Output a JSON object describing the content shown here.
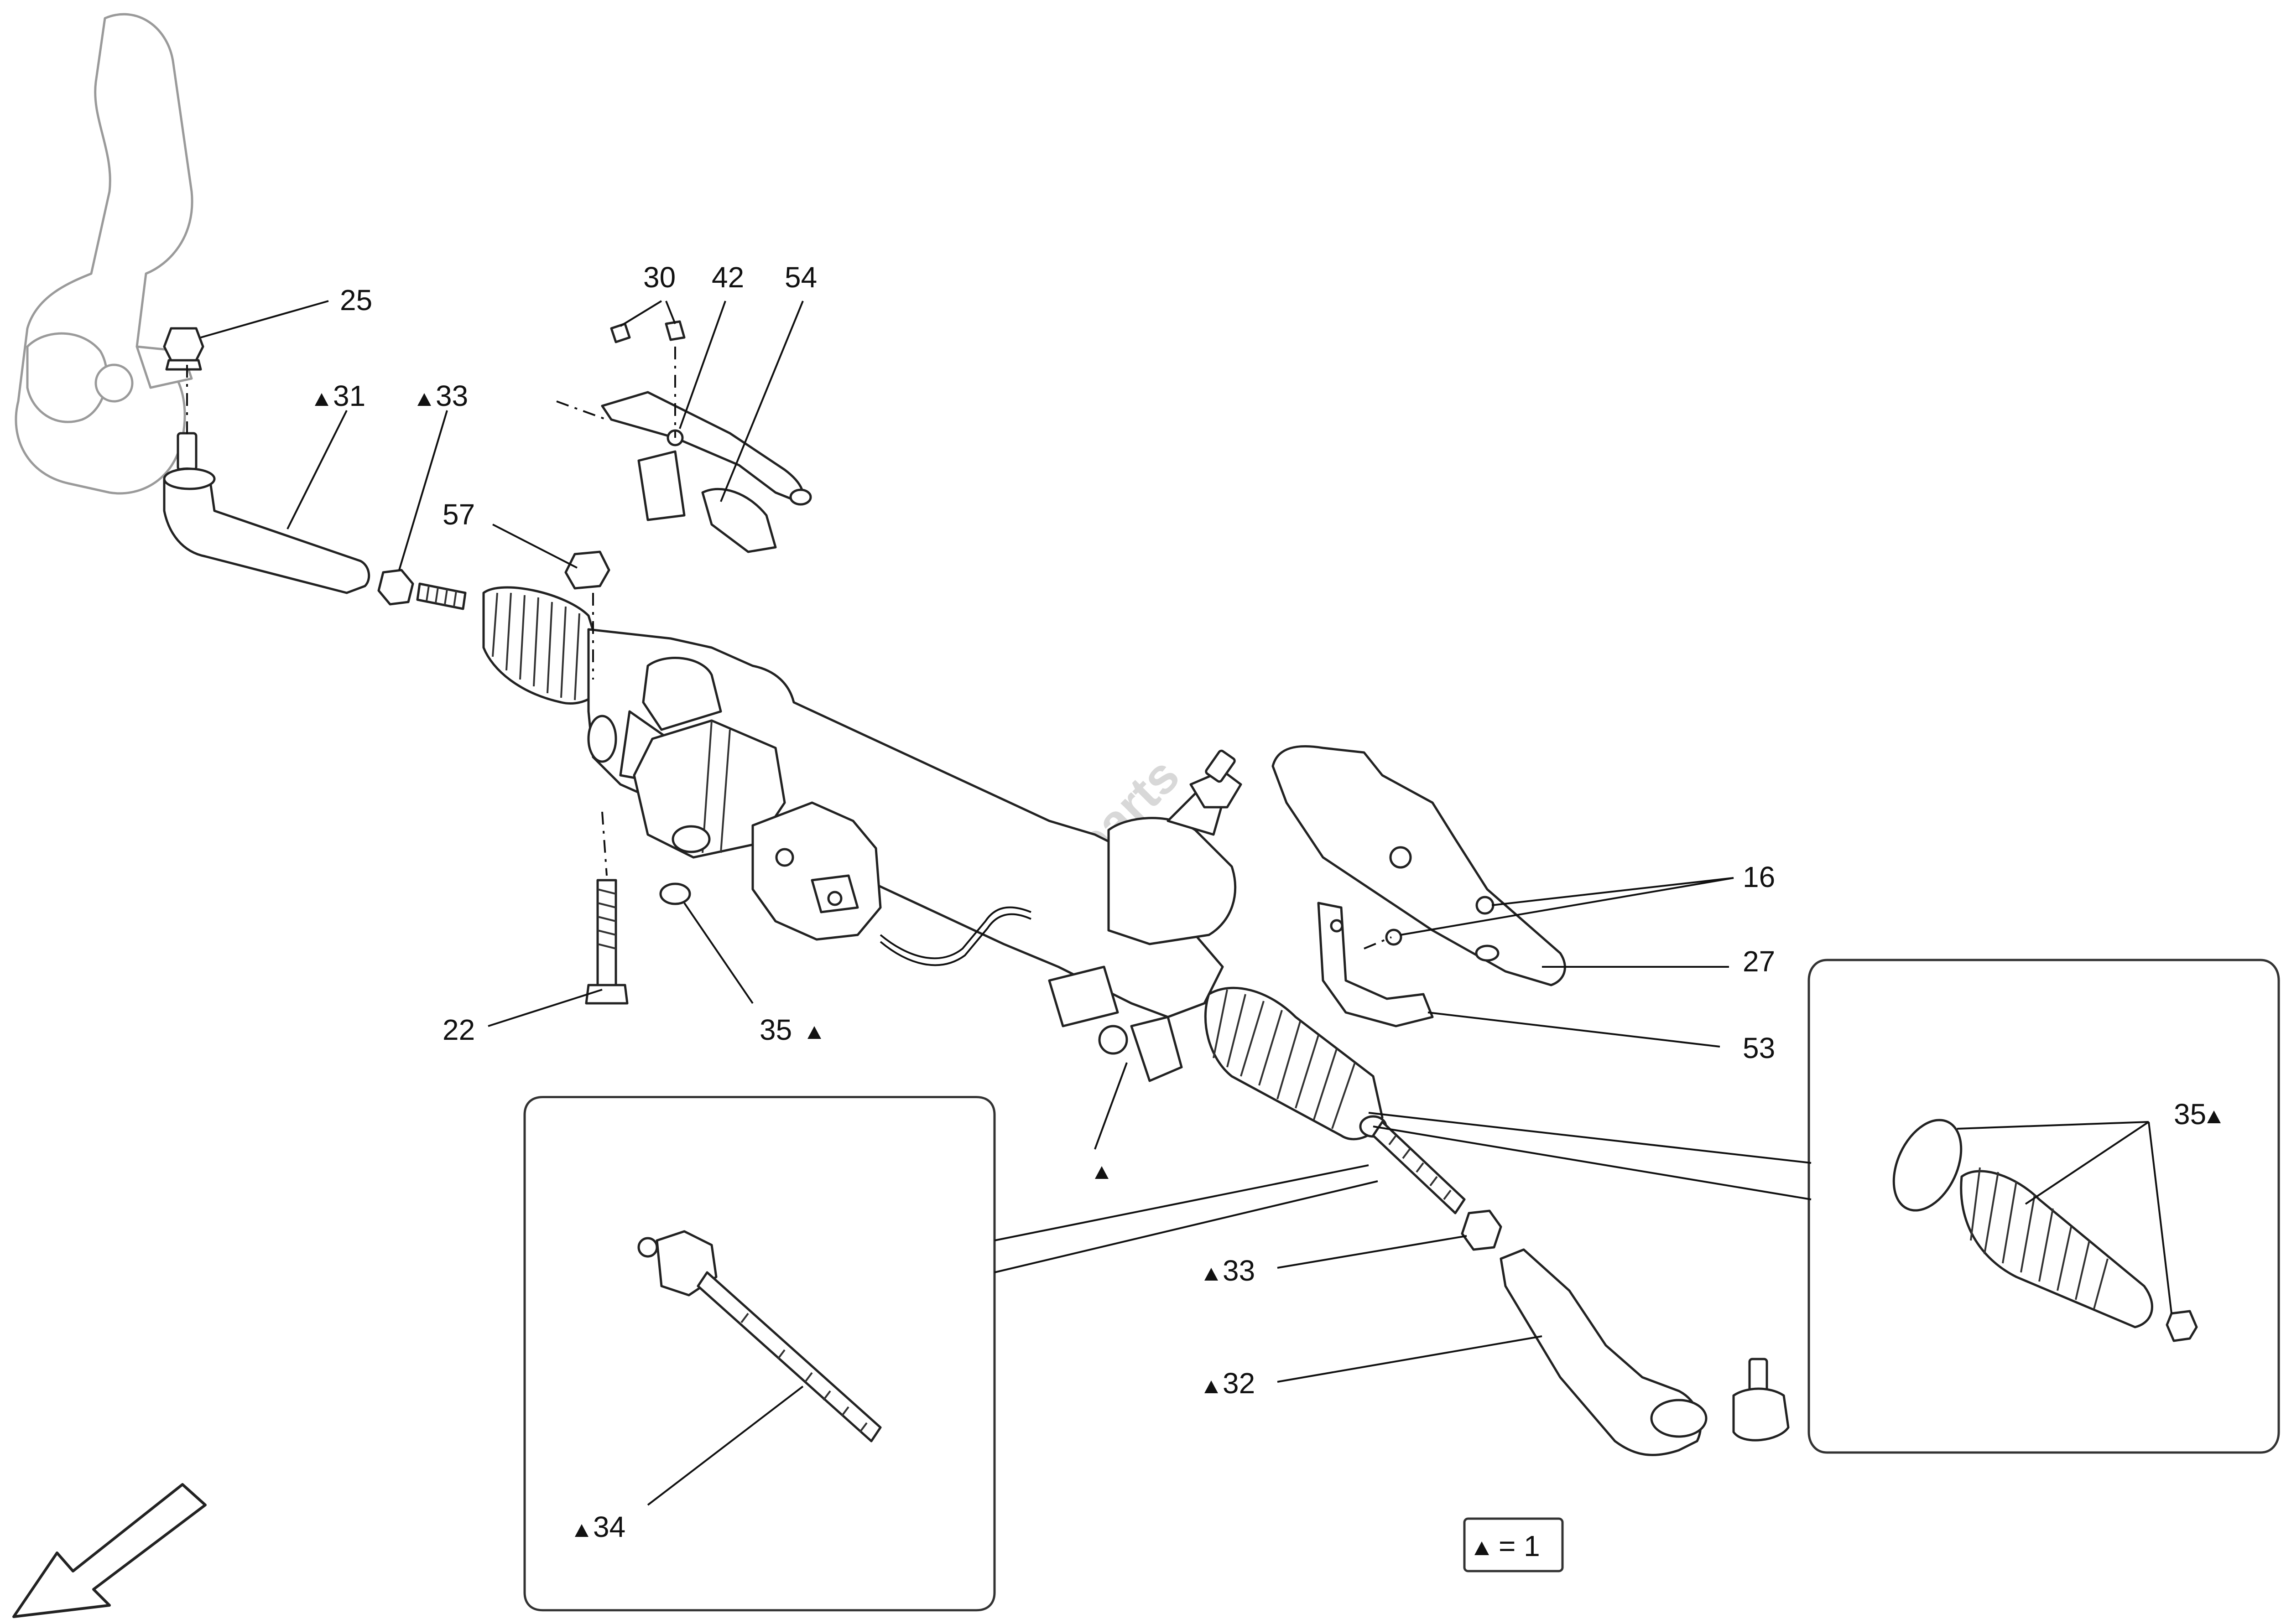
{
  "callouts": [
    {
      "id": "c25",
      "text": "25"
    },
    {
      "id": "c31",
      "text": "31"
    },
    {
      "id": "c33a",
      "text": "33"
    },
    {
      "id": "c30",
      "text": "30"
    },
    {
      "id": "c42",
      "text": "42"
    },
    {
      "id": "c54",
      "text": "54"
    },
    {
      "id": "c57",
      "text": "57"
    },
    {
      "id": "c16",
      "text": "16"
    },
    {
      "id": "c27",
      "text": "27"
    },
    {
      "id": "c53",
      "text": "53"
    },
    {
      "id": "c22",
      "text": "22"
    },
    {
      "id": "c35a",
      "text": "35"
    },
    {
      "id": "c35b",
      "text": "35"
    },
    {
      "id": "c33b",
      "text": "33"
    },
    {
      "id": "c32",
      "text": "32"
    },
    {
      "id": "c34",
      "text": "34"
    }
  ],
  "legend": {
    "text": "= 1"
  },
  "watermark": {
    "text": "Mesparts"
  },
  "icons": {
    "triangle": "triangle-marker-icon",
    "direction": "direction-arrow-icon"
  },
  "colors": {
    "line": "#222222",
    "background": "#ffffff",
    "ghost": "#9a9a9a"
  }
}
